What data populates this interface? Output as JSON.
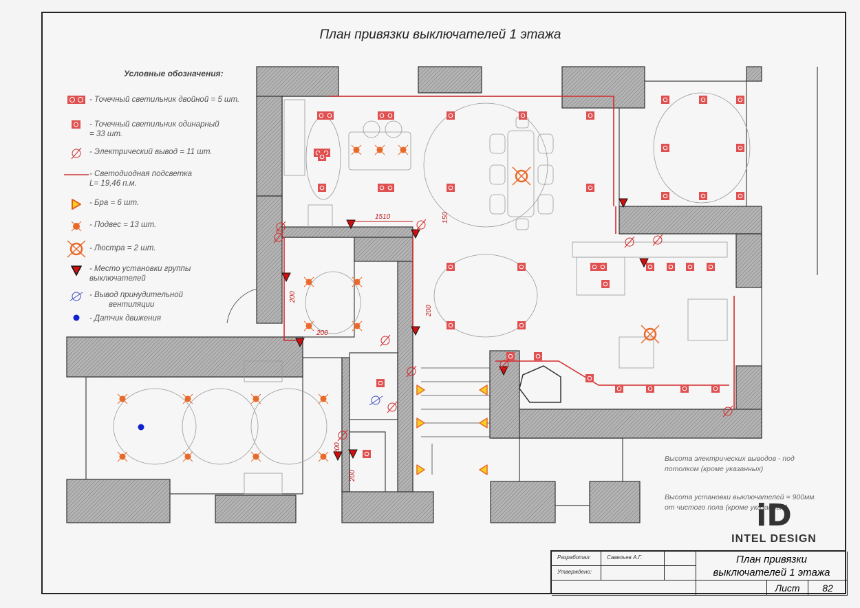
{
  "title": "План привязки выключателей 1 этажа",
  "legend": {
    "heading": "Условные обозначения:",
    "items": [
      {
        "icon": "double-spotlight-icon",
        "label": "- Точечный светильник двойной = 5 шт."
      },
      {
        "icon": "single-spotlight-icon",
        "label": "- Точечный светильник одинарный",
        "label2": "= 33 шт."
      },
      {
        "icon": "electric-outlet-icon",
        "label": "- Электрический вывод = 11 шт."
      },
      {
        "icon": "led-strip-icon",
        "label": "- Светодиодная подсветка",
        "label2": "L= 19,46 п.м."
      },
      {
        "icon": "wall-sconce-icon",
        "label": "- Бра = 6 шт."
      },
      {
        "icon": "pendant-icon",
        "label": "- Подвес = 13 шт."
      },
      {
        "icon": "chandelier-icon",
        "label": "- Люстра = 2 шт."
      },
      {
        "icon": "switch-group-icon",
        "label": "- Место установки группы",
        "label2": "выключателей"
      },
      {
        "icon": "ventilation-outlet-icon",
        "label": "- Вывод принудительной",
        "label2": "вентиляции"
      },
      {
        "icon": "motion-sensor-icon",
        "label": "- Датчик движения"
      }
    ]
  },
  "dimensions": {
    "d1510": "1510",
    "d150": "150",
    "d200a": "200",
    "d200b": "200",
    "d200c": "200",
    "d200d": "200",
    "d200e": "200"
  },
  "notes": {
    "outlets_line1": "Высота электрических выводов - под",
    "outlets_line2": "потолком (кроме указанных)",
    "switches_line1": "Высота установки выключателей  = 900мм.",
    "switches_line2": "от чистого пола (кроме указанных)"
  },
  "logo": {
    "mark": "iD",
    "name": "INTEL DESIGN"
  },
  "title_block": {
    "developed_label": "Разработал:",
    "developed_value": "Савельев А.Г.",
    "approved_label": "Утверждено:",
    "sheet_title_1": "План привязки",
    "sheet_title_2": "выключателей 1 этажа",
    "sheet_label": "Лист",
    "sheet_number": "82"
  },
  "colors": {
    "red": "#d42a2a",
    "orange": "#e86a2a",
    "yellow": "#f5d020",
    "wall": "#9a9a9a",
    "blue": "#1020d0"
  }
}
